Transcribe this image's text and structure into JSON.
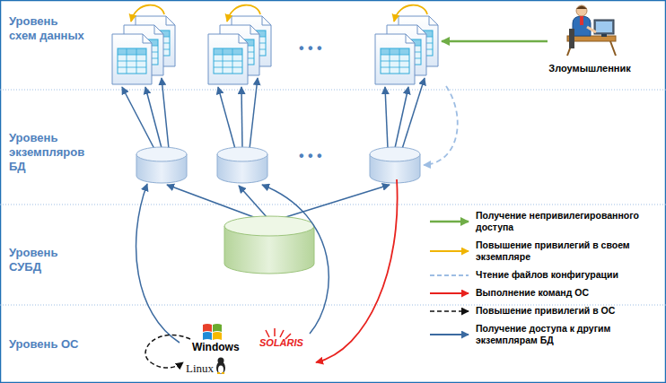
{
  "diagram": {
    "nodes": [
      {
        "text": [
          "Уровень схем данных"
        ]
      },
      {
        "text": [
          "Уровень экземпляров БД"
        ]
      },
      {
        "text": [
          "Уровень СУБД"
        ]
      },
      {
        "text": [
          "Уровень ОС"
        ]
      },
      {
        "text": [
          "Злоумышленник"
        ],
        "in": 0
      }
    ],
    "labels": [
      "• • •",
      "• • •",
      "Windows",
      "SOLARIS",
      "Linux"
    ],
    "legend": [
      {
        "text": "Получение непривилегированного доступа"
      },
      {
        "text": "Повышение привилегий в своем экземпляре"
      },
      {
        "text": "Чтение файлов конфигурации"
      },
      {
        "text": "Выполнение команд ОС"
      },
      {
        "text": "Повышение привилегий в ОС"
      },
      {
        "text": "Получение доступа к другим экземплярам БД"
      }
    ]
  }
}
